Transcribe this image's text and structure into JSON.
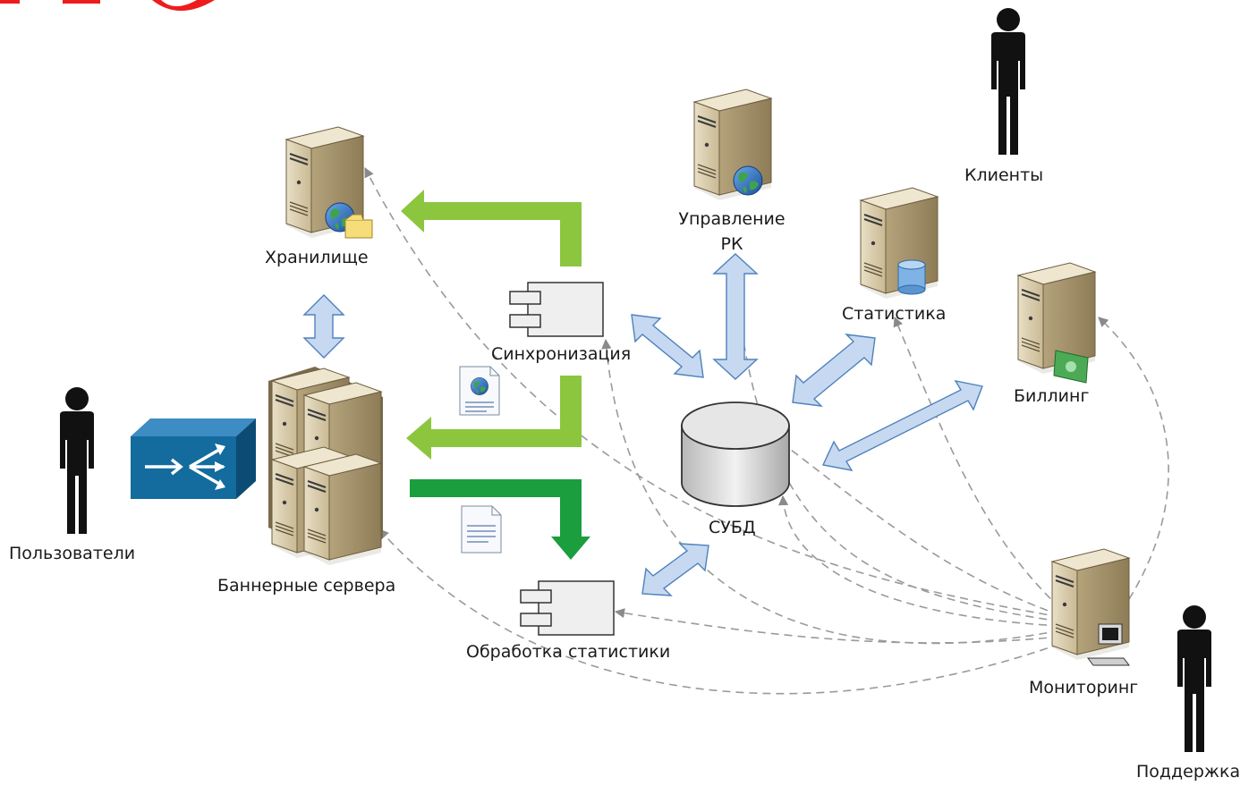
{
  "labels": {
    "users": "Пользователи",
    "banner_servers": "Баннерные сервера",
    "storage": "Хранилище",
    "sync": "Синхронизация",
    "stats_processing": "Обработка статистики",
    "dbms": "СУБД",
    "campaign_mgmt": "Управление\nРК",
    "statistics": "Статистика",
    "billing": "Биллинг",
    "clients": "Клиенты",
    "monitoring": "Мониторинг",
    "support": "Поддержка"
  },
  "colors": {
    "green_light": "#8cc63f",
    "green_dark": "#1a9e3e",
    "bidir_arrow": "#c6d9f0",
    "bidir_stroke": "#4f81bd",
    "dashed": "#9a9a9a",
    "router": "#136b9e",
    "person": "#111111",
    "server_body": "#d4c7a8",
    "red_mark": "#ee1c1c"
  },
  "icons": [
    "person-icon",
    "router-icon",
    "server-icon",
    "server-cluster-icon",
    "component-icon",
    "database-icon",
    "document-icon",
    "web-document-icon",
    "globe-icon",
    "cylinder-icon",
    "money-icon",
    "workstation-icon"
  ]
}
